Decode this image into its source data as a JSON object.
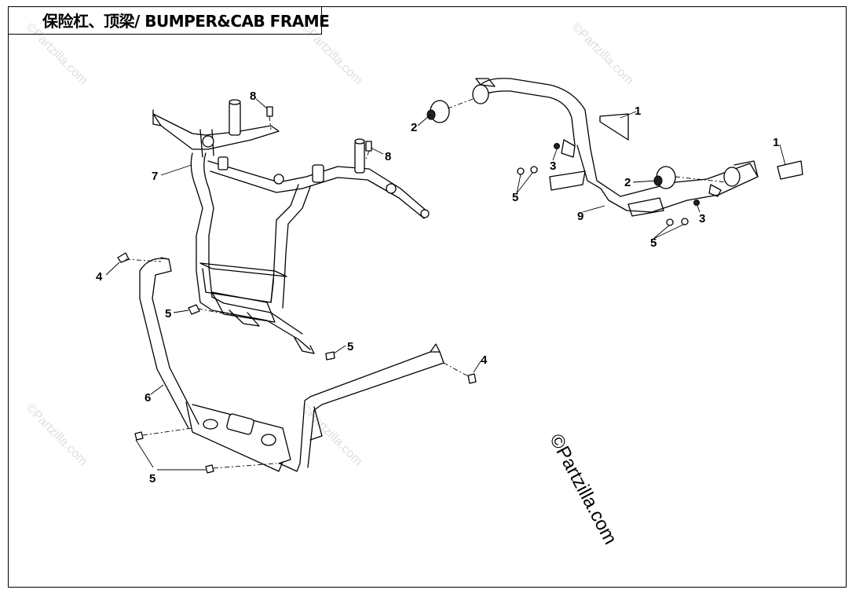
{
  "title": "保险杠、顶梁/ BUMPER&CAB FRAME",
  "watermark": "©Partzilla.com",
  "callouts": {
    "c1a": "1",
    "c1b": "1",
    "c2a": "2",
    "c2b": "2",
    "c3a": "3",
    "c3b": "3",
    "c4a": "4",
    "c4b": "4",
    "c5a": "5",
    "c5b": "5",
    "c5c": "5",
    "c5d": "5",
    "c5e": "5",
    "c6": "6",
    "c7": "7",
    "c8a": "8",
    "c8b": "8",
    "c9": "9"
  },
  "colors": {
    "line": "#000000",
    "background": "#ffffff"
  }
}
